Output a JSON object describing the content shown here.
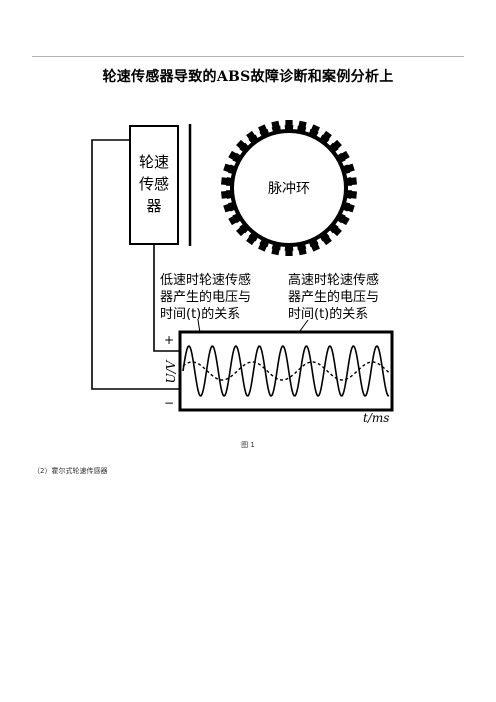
{
  "document": {
    "title": "轮速传感器导致的ABS故障诊断和案例分析上",
    "figure": {
      "sensor_label": [
        "轮速",
        "传感",
        "器"
      ],
      "ring_label": "脉冲环",
      "low_speed_label": [
        "低速时轮速传感",
        "器产生的电压与",
        "时间(t)的关系"
      ],
      "high_speed_label": [
        "高速时轮速传感",
        "器产生的电压与",
        "时间(t)的关系"
      ],
      "plus_sign": "+",
      "minus_sign": "−",
      "y_axis_label": "U/V",
      "x_axis_label": "t/ms",
      "caption": "图 1"
    },
    "paragraph": "（2）霍尔式轮速传感器"
  }
}
